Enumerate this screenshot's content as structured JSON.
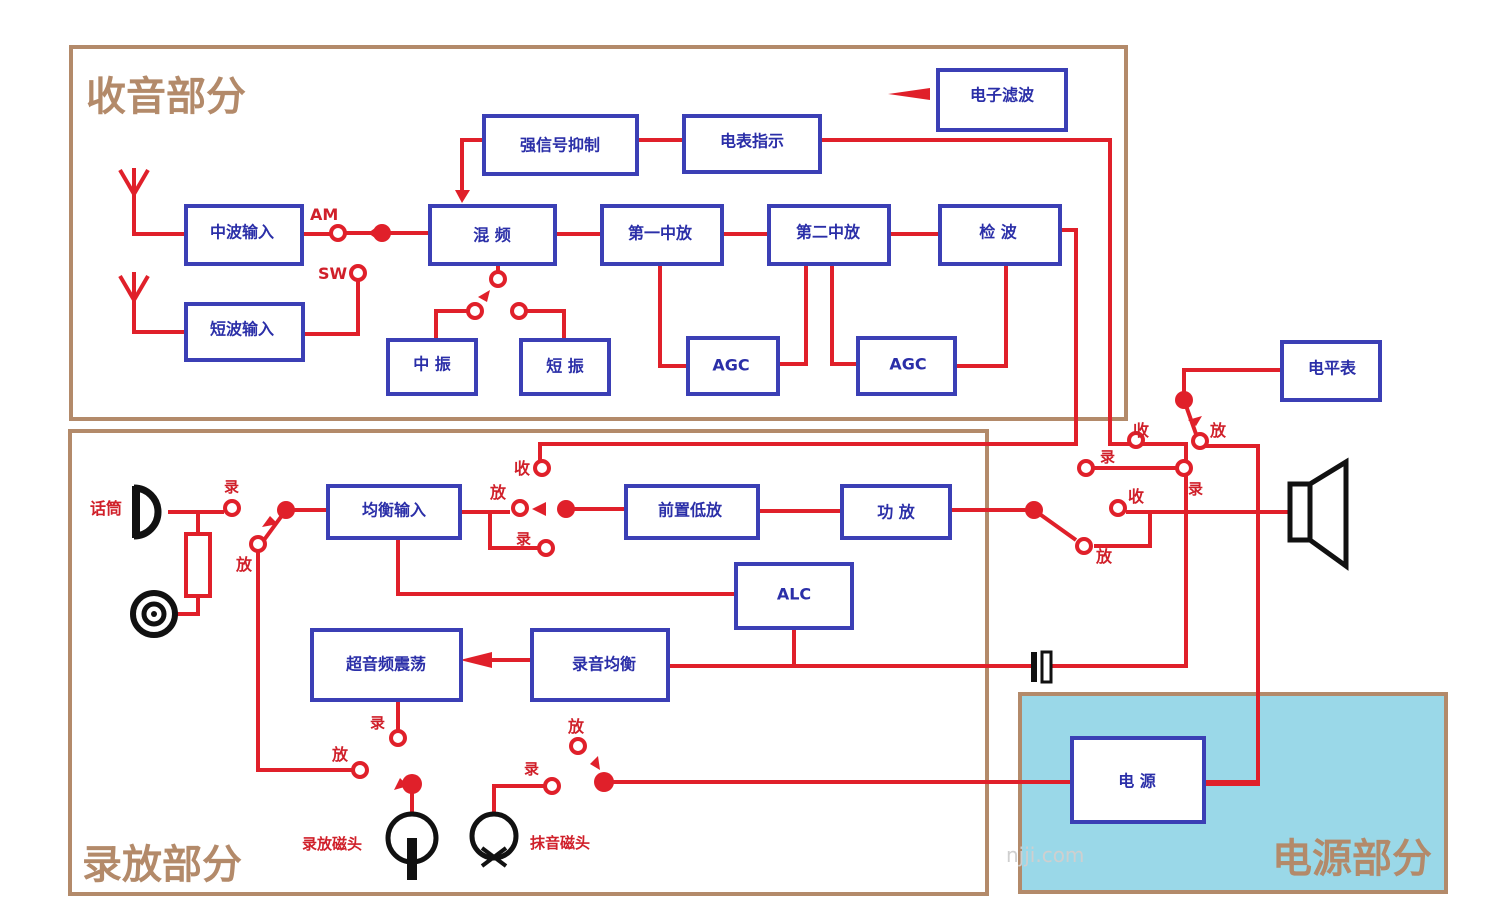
{
  "sections": {
    "radio": "收音部分",
    "tape": "录放部分",
    "power": "电源部分"
  },
  "blocks": {
    "electronic_filter": "电子滤波",
    "strong_signal_suppress": "强信号抑制",
    "meter_indicator": "电表指示",
    "mw_input": "中波输入",
    "sw_input": "短波输入",
    "mixer": "混 频",
    "if1": "第一中放",
    "if2": "第二中放",
    "detector": "检 波",
    "mw_osc": "中 振",
    "sw_osc": "短 振",
    "agc1": "AGC",
    "agc2": "AGC",
    "level_meter": "电平表",
    "eq_input": "均衡输入",
    "preamp": "前置低放",
    "power_amp": "功 放",
    "alc": "ALC",
    "ultrasonic_osc": "超音频震荡",
    "rec_eq": "录音均衡",
    "power_supply": "电 源"
  },
  "labels": {
    "am": "AM",
    "sw": "SW",
    "mic": "话筒",
    "rec_play_head": "录放磁头",
    "erase_head": "抹音磁头",
    "receive": "收",
    "record": "录",
    "play": "放"
  },
  "watermark": "njji.com",
  "colors": {
    "section_border": "#b38a6a",
    "block_border": "#3b3fb5",
    "wire": "#e0202a",
    "power_fill": "#9ad8e8"
  }
}
